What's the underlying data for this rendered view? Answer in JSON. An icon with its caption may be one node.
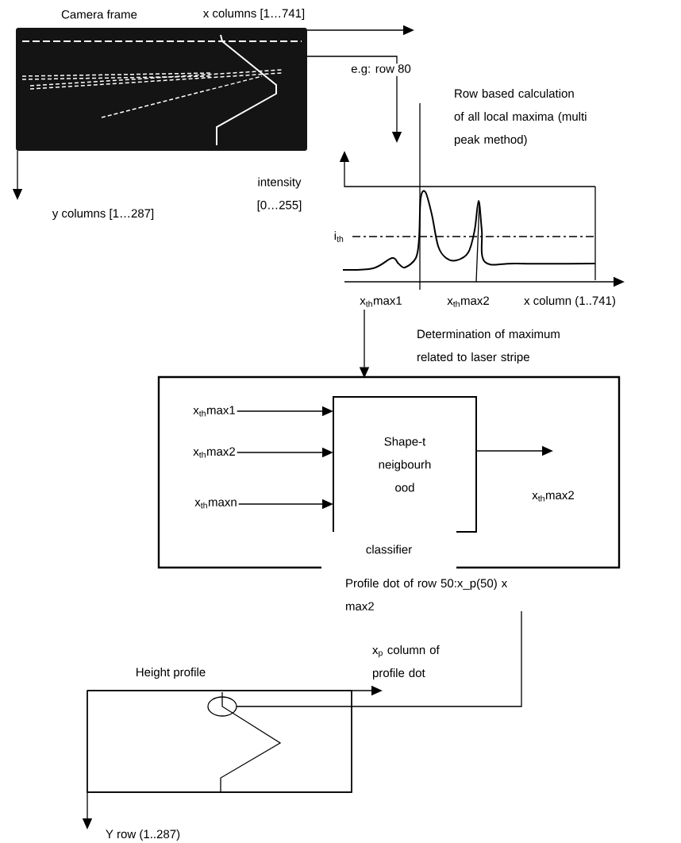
{
  "diagram": {
    "nodes": [
      {
        "text": [
          "Camera frame"
        ]
      },
      {
        "text": [],
        "shape": "picture",
        "beside": [
          "Row based calculation of all local maxima (multi peak method)"
        ]
      },
      {
        "text": [
          "Determination of maximum related to laser stripe",
          "classifier"
        ]
      },
      {
        "text": [
          "x$_{th}$max1"
        ],
        "in": 2
      },
      {
        "text": [
          "x$_{th}$max2"
        ],
        "in": 2
      },
      {
        "text": [
          "x$_{th}$maxn"
        ],
        "in": 2
      },
      {
        "text": [
          "Shape-t neigbourh ood"
        ],
        "in": 2
      },
      {
        "text": [
          "x$_{th}$max2"
        ],
        "in": 2
      },
      {
        "text": [
          "Height profile"
        ]
      },
      {
        "text": [
          "Profile dot of row 50:x_p(50) x max2"
        ]
      },
      {
        "text": [],
        "shape": "circle",
        "in": 8
      }
    ],
    "edges": [
      {
        "from": 0,
        "to": 1,
        "arrow": "to",
        "label": "e.g: row 80"
      },
      {
        "from": 1,
        "to": 2,
        "arrow": "to"
      },
      {
        "from": 3,
        "to": 6,
        "arrow": "to"
      },
      {
        "from": 4,
        "to": 6,
        "arrow": "to"
      },
      {
        "from": 5,
        "to": 6,
        "arrow": "to"
      },
      {
        "from": 6,
        "to": 7,
        "arrow": "to"
      },
      {
        "from": 9,
        "to": 10,
        "arrow": "none"
      }
    ],
    "labels": [
      "x columns [1…741]",
      "y columns [1…287]",
      "intensity [0…255]",
      "i$_{th}$",
      "x$_{th}$max1",
      "x$_{th}$max2",
      "x column (1..741)",
      "x$_{p}$ column of profile dot",
      "Y row (1..287)"
    ]
  }
}
